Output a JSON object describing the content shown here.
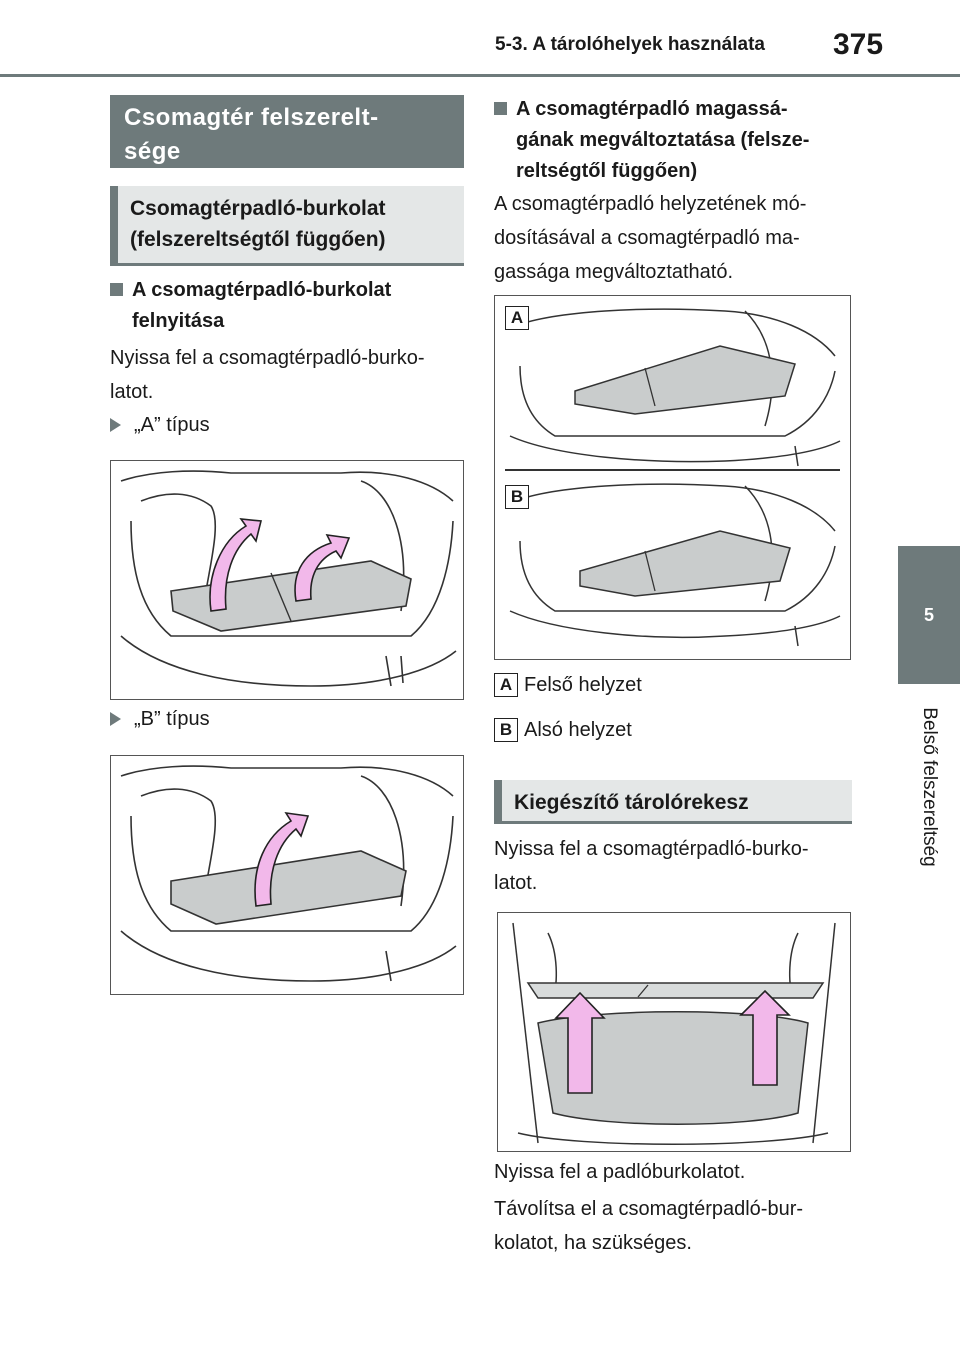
{
  "header": {
    "section_title": "5-3. A tárolóhelyek használata",
    "page_number": "375"
  },
  "side_tab": {
    "chapter": "5",
    "label": "Belső felszereltség"
  },
  "left": {
    "section_title": "Csomagtér felszerelt-\nsége",
    "subsection_title": "Csomagtérpadló-burkolat\n(felszereltségtől függően)",
    "bullet_heading": "A csomagtérpadló-burkolat\nfelnyitása",
    "paragraph": "Nyissa fel a csomagtérpadló-burko-\nlatot.",
    "type_a": "„A” típus",
    "type_b": "„B” típus"
  },
  "right": {
    "bullet_heading": "A csomagtérpadló magassá-\ngának megváltoztatása (felsze-\nreltségtől függően)",
    "paragraph": "A csomagtérpadló helyzetének mó-\ndosításával a csomagtérpadló ma-\ngassága megváltoztatható.",
    "figure_labels": {
      "a": "A",
      "b": "B"
    },
    "legend": [
      {
        "key": "A",
        "text": "Felső helyzet"
      },
      {
        "key": "B",
        "text": "Alsó helyzet"
      }
    ],
    "subsection_title": "Kiegészítő tárolórekesz",
    "paragraph2": "Nyissa fel a csomagtérpadló-burko-\nlatot.",
    "paragraph3": "Nyissa fel a padlóburkolatot.",
    "paragraph4": "Távolítsa el a csomagtérpadló-bur-\nkolatot, ha szükséges."
  },
  "colors": {
    "accent": "#6e7a7b",
    "subhead_bg": "#e4e7e7",
    "arrow": "#f2b8ea",
    "floor": "#c9cccc"
  }
}
